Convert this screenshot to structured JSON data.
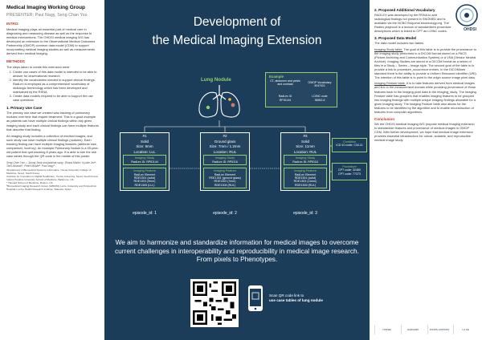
{
  "left": {
    "org": "Medical Imaging Working Group",
    "presenter": "PRESENTER: Paul Nagy, Seng Chan You",
    "intro_h": "INTRO:",
    "intro_p": "Medical Imaging plays an essential part of medical care in diagnosing and measuring disease as well as the response to medical interventions. The OHDSI medical imaging WG has developed an extension to the Observational Medical Outcomes Partnership (OMOP) common data model (CDM) to support incorporating medical imaging studies as well as measurements derived from medical imaging.",
    "methods_h": "METHODS",
    "methods_p": "The steps taken to create this extension were:",
    "steps": [
      "Create use cases of this data model is intended to be able to answer for observational research",
      "Identify the vocabularies needed to support clinical findings. RadLex is employed as a comprehensive vocabulary of radiologic terminology which has been developed and maintained by the RSNA",
      "Create data models required to be able to support the use case questions"
    ],
    "uc_h": "1. Primary Use Case",
    "uc_p1": "The primary use case we created was tracking of pulmonary nodules over time that require treatment. This is a good example as patients can have multiple clinical findings within any given imaging study and each clinical findings can have multiple features that describe that finding.",
    "uc_p2": "An imaging study includes a collection of medical images, and such study can have multiple clinical findings (nodules). Each tracking finding can have multiple imaging features (attribute size, comparison, lucency). An example Pulmonary Nodule is a 55-year-old patient that quit smoking 8 years ago. It is able to see the use case tables through the QR code in the middle of this poster.",
    "authors": "Seng Chan You¹,², Jiyong Jisak woojadahak,sang², Briana Makki³, Kyubin Joe⁴, Tarik Alkasab⁵, Pedro Mobile⁶, Paul Nagy⁶",
    "refs": [
      "¹Department of Biomedical Systems Informatics, Yonsei University College of Medicine, Seoul, South Korea",
      "²Institute for Innovation in Digital Healthcare, Yonsei University, Seoul, South Korea",
      "³Johns Hopkins University School of Medicine, Baltimore, US",
      "⁴ Harvard School of Medicine, Boston, US",
      "⁵Biomedical Imaging Research Group (GIBI230) La Fe University and Polytechnic Hospital • La Fe Health Research Institute, Valencia, Spain"
    ]
  },
  "center": {
    "title_line1": "Development of",
    "title_line2": "the Medical Imaging Extension",
    "lung_label": "Lung Nodule",
    "example": {
      "title": "Example",
      "ct_text": "CT, abdomen and pelvis and contrast",
      "radlex_id": "RadLex ID",
      "radlex_val": "RPID144",
      "omop_vocab": "OMOP Vocabulary",
      "omop_val": "3047021",
      "loinc_code": "LOINC code",
      "loinc_val": "36552-6"
    },
    "findings": [
      {
        "id": "#1",
        "type": "Solid",
        "size": "Size: 9mm",
        "location": "Location: LLL",
        "study_h": "Imaging Study",
        "study_t": "RadLex ID: RPID144",
        "feat_h": "Imaging Feature",
        "feat_t": [
          "RadLex Element",
          "RDE1301 (solid)",
          "RDE1303 (9mm)",
          "RDE1305 (LLL)"
        ],
        "episode": "episode_id: 1"
      },
      {
        "id": "#2",
        "type": "Ground glass",
        "size": "Size: 7mm / 1.2mm",
        "location": "Location: RUL",
        "study_h": "Imaging Study",
        "study_t": "RadLex ID: RPID16",
        "feat_h": "Imaging Feature",
        "feat_t": [
          "RadLex Element",
          "RDE1301 (ground glass)",
          "RDE1303 (7mm)",
          "RDE1305 (RUL)"
        ],
        "episode": "episode_id: 2"
      },
      {
        "id": "#3",
        "type": "Solid",
        "size": "Size: 11mm",
        "location": "Location: RUL",
        "study_h": "Imaging Study",
        "study_t": "RadLex ID: RPID16",
        "feat_h": "Imaging Feature",
        "feat_t": [
          "RadLex Element",
          "RDE1301 (solid)",
          "RDE1303 (11mm)",
          "RDE1305 (RUL)"
        ],
        "episode": "episode_id: 3"
      }
    ],
    "condition": {
      "h": "Condition",
      "t": "ICD 10 code: C34.11"
    },
    "procedure": {
      "h": "Procedure",
      "t1": "CPT code: 32480",
      "t2": "CPT code: 77373"
    },
    "big_text": "We aim to harmonize and standardize information for medical images to overcome current challenges in interoperability and reproducibility in medical image research. From pixels to Phenotypes.",
    "scan_line1": "Scan QR code link to",
    "scan_line2": "use case tables of lung nodule"
  },
  "right": {
    "ohdsi": "OHDSI",
    "vocab_h": "2. Proposed Additional Vocabulary",
    "vocab_p": "RADLEX was developed by the RSNA to add radiological findings not present in SNOMED and is available via the NCBO Bioportal bioontology.org. The Radlex playbook is a lexicon of standardized procedure descriptions which is linked to CPT as LOINC codes.",
    "dm_h": "3. Proposed Data Model",
    "dm_p": "The data model includes two tables.",
    "is_link": "Imaging Study table.",
    "is_p": "The goal of this table is to provide the provenance to the imaging study performed in a DICOM format stored on a PACS (Picture Archiving and Communication System) or a VNA (Vendor Neutral Archive). Imaging Studies are stored in a DICOM format as a series of files in a Study – Series – Image style. The second goal of the table is to provide a link to procedure_occurrence entries. In the DICOMweb standard there is the ability to provide a Uniform Resource Identifier (URI). The intention of this table is to point to the origin source image pixel data.",
    "if_link": "Imaging Feature table.",
    "if_p": "It is to take features derived from medical images and link to the measurement domain while providing provenance of those features back to the imaging pixel data in the imaging_study. The Imaging Feature table has groupers that enables imaging features to be grouped into imaging findings with multiple unique imaging findings allowable for a given imaging study. The Imaging Feature table also allows for the features to be identified by the algorithm and to enable reconstruction of features from computer algorithms.",
    "concl_h": "Conclusion",
    "concl_p": "We the OHDSI medical imaging WG propose medical imaging extension to standardize features and provenance of medical images in OMOP CDM. With further development, we hope that medical image extension provides essential infrastructure for robust, scalable, and reproducible medical image study.",
    "logos": [
      "YONSEI",
      "HARVARD",
      "JOHNS HOPKINS",
      "LA FE"
    ]
  },
  "colors": {
    "navy": "#1c3d5a",
    "green": "#8fd16a",
    "red": "#c0392b"
  }
}
